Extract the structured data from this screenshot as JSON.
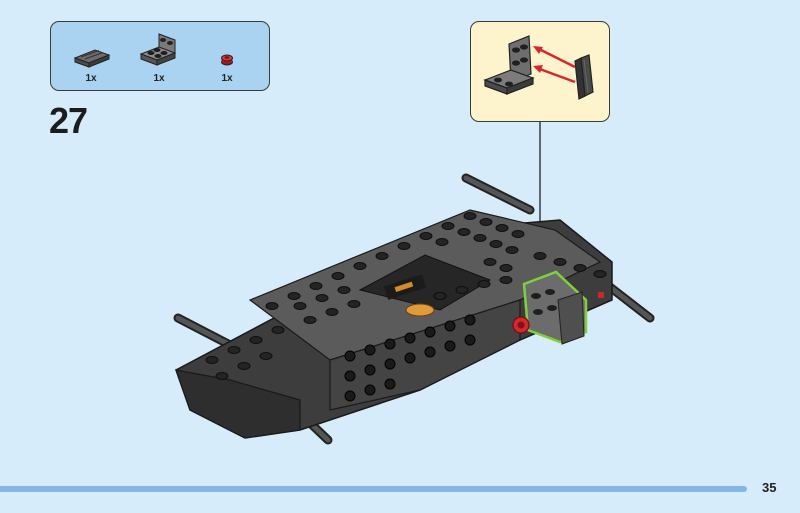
{
  "parts": [
    {
      "icon": "dark-grey-plate-with-rail-icon",
      "qty": "1x"
    },
    {
      "icon": "dark-grey-angle-bracket-icon",
      "qty": "1x"
    },
    {
      "icon": "red-round-plate-icon",
      "qty": "1x"
    }
  ],
  "step": {
    "number": "27"
  },
  "callout": {
    "icon": "bracket-attach-arrows-icon"
  },
  "page": {
    "number": "35"
  },
  "colors": {
    "background": "#d6ecfb",
    "parts_box": "#a9d3f1",
    "callout_box": "#fdf3cc",
    "highlight": "#7fd13b",
    "arrow": "#d7262e",
    "footer_bar": "#86b6e6"
  }
}
